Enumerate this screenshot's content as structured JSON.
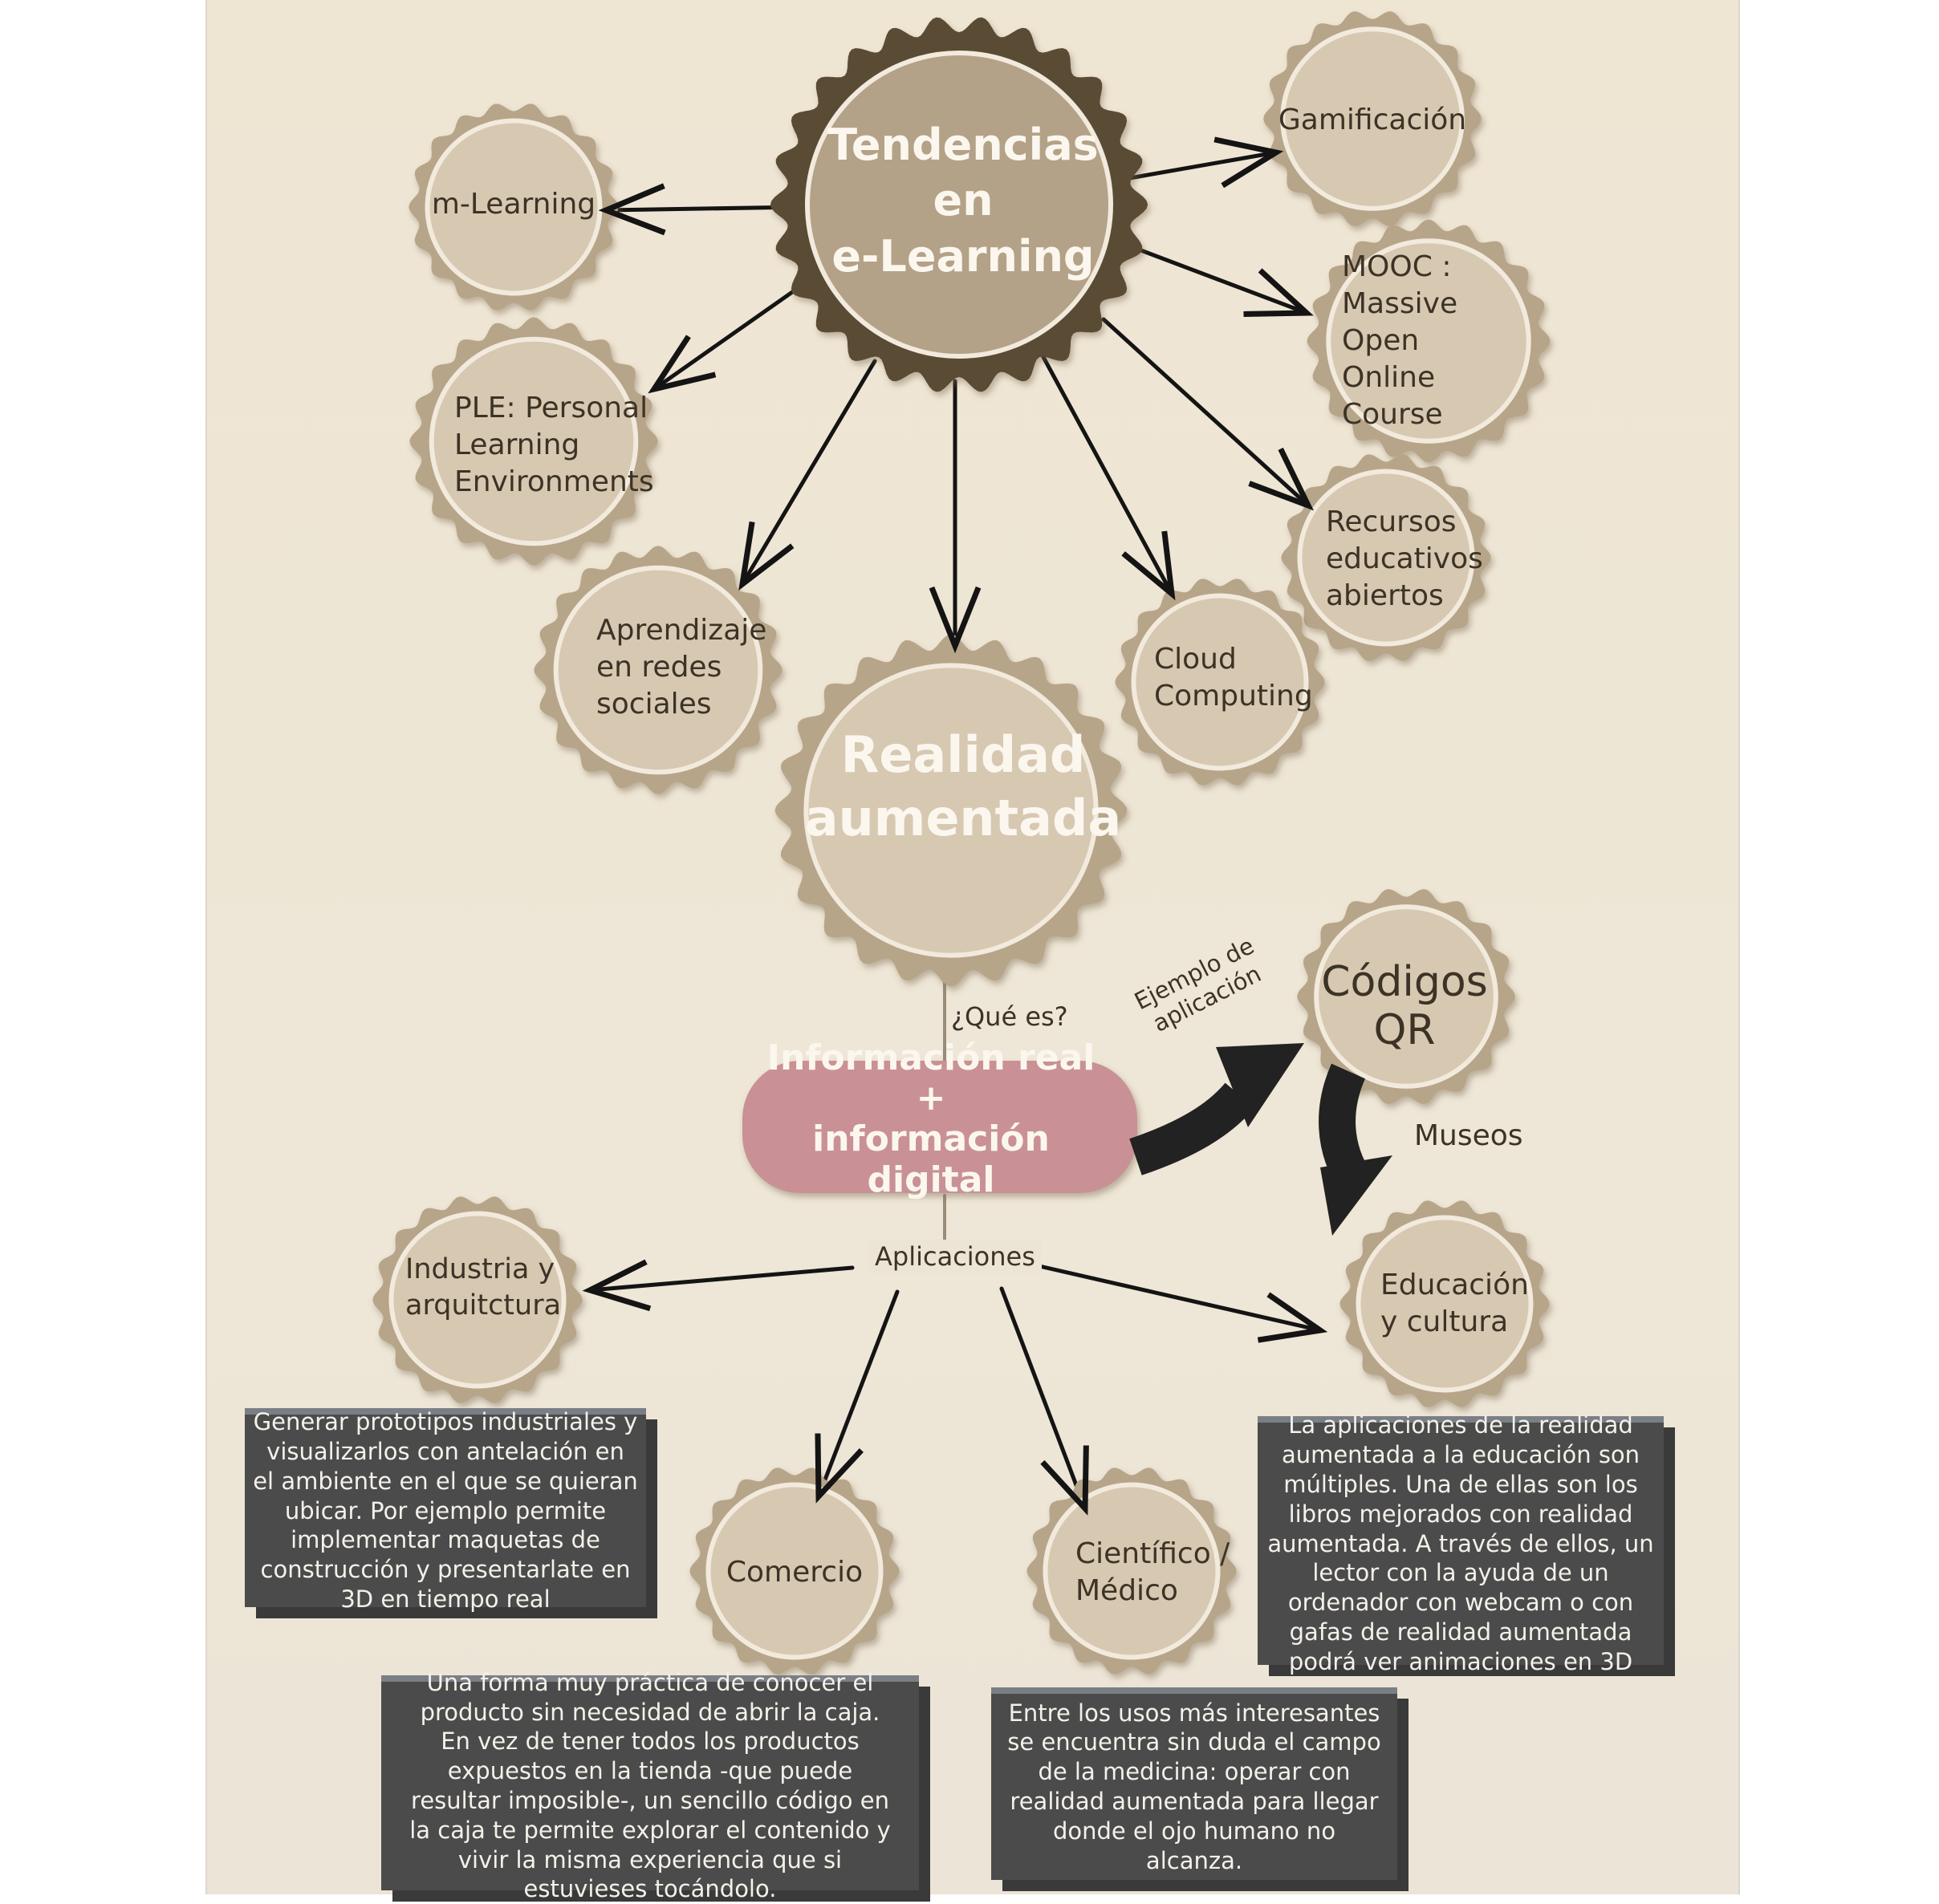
{
  "diagram": {
    "root": "Tendencias  en\ne-Learning",
    "trends": {
      "mlearning": "m-Learning",
      "gamificacion": "Gamificación",
      "mooc": "MOOC :\nMassive Open\nOnline Course",
      "ple": "PLE: Personal\nLearning\nEnvironments",
      "recursos": "Recursos\neducativos\nabiertos",
      "aprendizaje": "Aprendizaje\nen redes\nsociales",
      "cloud": "Cloud\nComputing",
      "realidad": "Realidad\naumentada"
    },
    "edges": {
      "que_es": "¿Qué es?",
      "ejemplo": "Ejemplo de\naplicación",
      "museos": "Museos",
      "aplicaciones": "Aplicaciones"
    },
    "info_pill": "Información real  +\ninformación digital",
    "codigos_qr": "Códigos\nQR",
    "applications": {
      "industria": "Industria y\narquitctura",
      "comercio": "Comercio",
      "cientifico": "Científico /\nMédico",
      "educacion": "Educación\ny cultura"
    },
    "descriptions": {
      "industria": "Generar prototipos industriales y visualizarlos con antelación en el ambiente en el que se quieran ubicar. Por ejemplo permite implementar maquetas de construcción y presentarlate en 3D en tiempo real",
      "comercio": "Una forma muy práctica de conocer el producto sin necesidad de abrir la caja. En vez de tener todos los productos expuestos en la tienda -que puede resultar imposible-, un sencillo código en la caja te permite explorar el contenido y vivir la misma experiencia que si estuvieses tocándolo.",
      "medicina": "Entre los usos más interesantes se encuentra sin duda el campo de la medicina: operar con realidad aumentada para llegar donde el ojo humano no alcanza.",
      "educacion": "La aplicaciones de la realidad aumentada a la educación son múltiples. Una de ellas son los libros mejorados con realidad aumentada. A través de ellos, un lector con la ayuda de un ordenador con webcam o con gafas de realidad aumentada podrá ver animaciones en 3D"
    }
  },
  "colors": {
    "badge_outer": "#b7a58a",
    "badge_inner": "#d7c8b1",
    "root_outer": "#5a4c36",
    "root_inner": "#b3a287",
    "pill": "#c99196",
    "box": "#4b4b4b",
    "arrow": "#141414"
  }
}
